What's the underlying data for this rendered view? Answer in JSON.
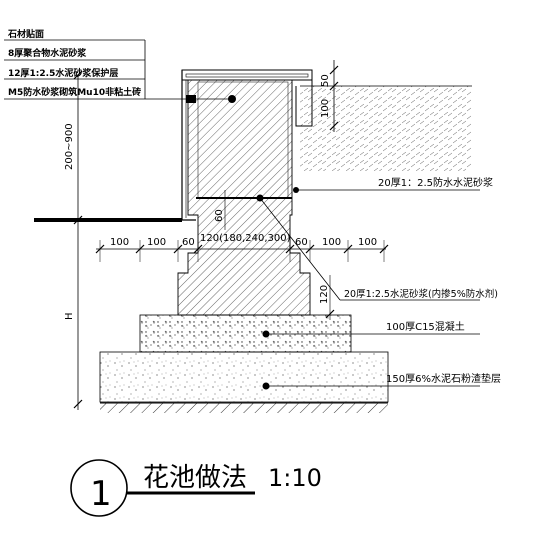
{
  "layers": {
    "l1": "石材贴面",
    "l2": "8厚聚合物水泥砂浆",
    "l3": "12厚1:2.5水泥砂浆保护层",
    "l4": "M5防水砂浆砌筑Mu10非粘土砖"
  },
  "right_labels": {
    "r1": "20厚1：2.5防水水泥砂浆",
    "r2": "20厚1:2.5水泥砂浆(内掺5%防水剂)",
    "r3": "100厚C15混凝土",
    "r4": "150厚6%水泥石粉渣垫层"
  },
  "dims": {
    "left_height": "200~900",
    "h": "H",
    "top_50": "50",
    "top_100": "100",
    "d100a": "100",
    "d100b": "100",
    "d60a": "60",
    "wall_width": "120(180,240,300)",
    "d60b": "60",
    "d100c": "100",
    "d100d": "100",
    "d60_vertical": "60",
    "d120_vertical": "120"
  },
  "title": {
    "number": "1",
    "name": "花池做法",
    "scale": "1:10"
  },
  "colors": {
    "line": "#000000",
    "background": "#ffffff"
  }
}
